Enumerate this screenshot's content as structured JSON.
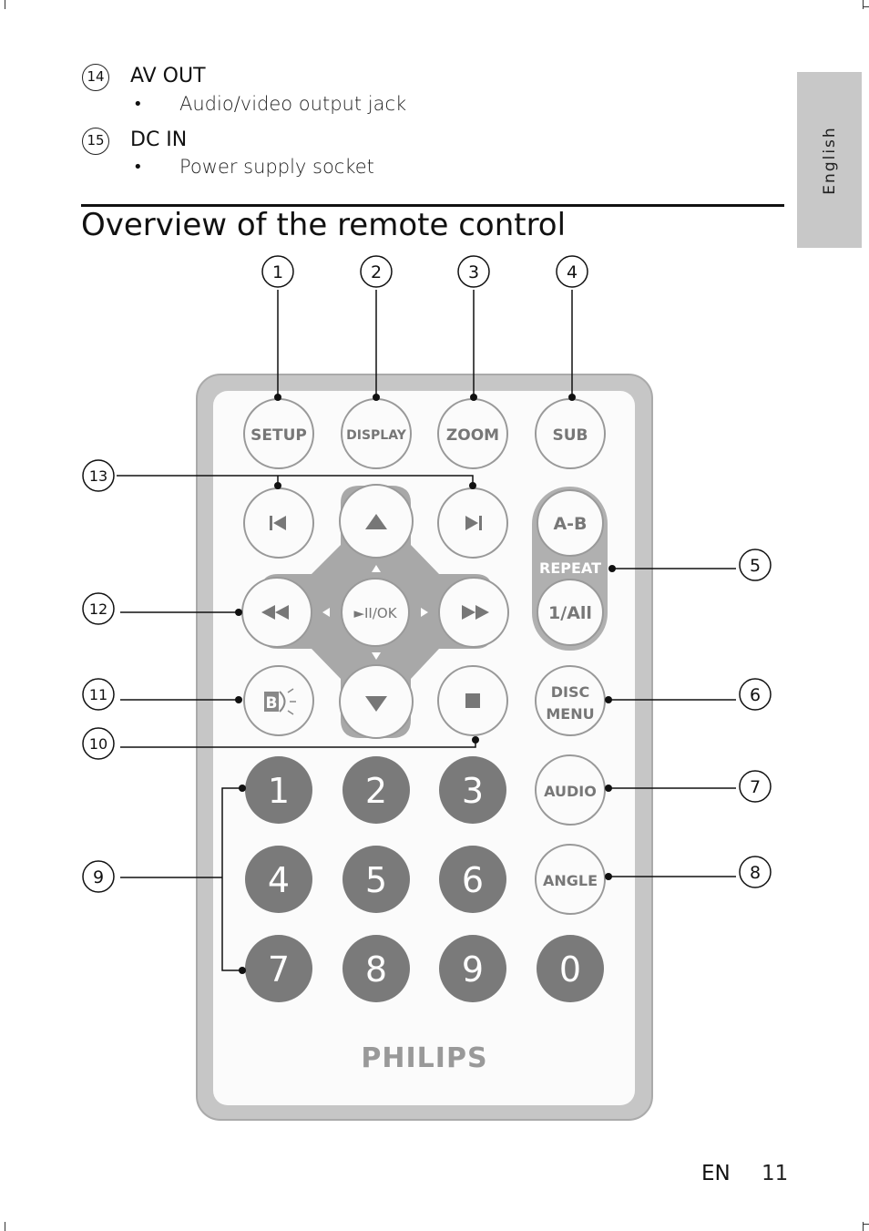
{
  "items": [
    {
      "num": "14",
      "title": "AV OUT",
      "desc": "Audio/video output jack"
    },
    {
      "num": "15",
      "title": "DC IN",
      "desc": "Power supply socket"
    }
  ],
  "bullet": "•",
  "heading": "Overview of the remote control",
  "lang_tab": "English",
  "footer": {
    "lang": "EN",
    "page": "11"
  },
  "callouts": [
    "1",
    "2",
    "3",
    "4",
    "5",
    "6",
    "7",
    "8",
    "9",
    "10",
    "11",
    "12",
    "13"
  ],
  "buttons": {
    "setup": "SETUP",
    "display": "DISPLAY",
    "zoom": "ZOOM",
    "sub": "SUB",
    "ab": "A-B",
    "repeat": "REPEAT",
    "repeat_all": "1/All",
    "play_ok": "►II/OK",
    "disc": "DISC",
    "menu": "MENU",
    "audio": "AUDIO",
    "angle": "ANGLE",
    "digits": [
      "1",
      "2",
      "3",
      "4",
      "5",
      "6",
      "7",
      "8",
      "9",
      "0"
    ]
  },
  "brand": "PHILIPS",
  "icons": {
    "prev": "skip-previous-icon",
    "next": "skip-next-icon",
    "up": "arrow-up-icon",
    "down": "arrow-down-icon",
    "rewind": "rewind-icon",
    "forward": "fast-forward-icon",
    "stop": "stop-icon",
    "backlight": "backlight-icon"
  },
  "colors": {
    "remote_frame": "#c6c6c6",
    "remote_face": "#fbfbfb",
    "dpad": "#a8a8a8",
    "digit_button": "#7a7a7a",
    "lang_tab": "#c8c8c8"
  }
}
